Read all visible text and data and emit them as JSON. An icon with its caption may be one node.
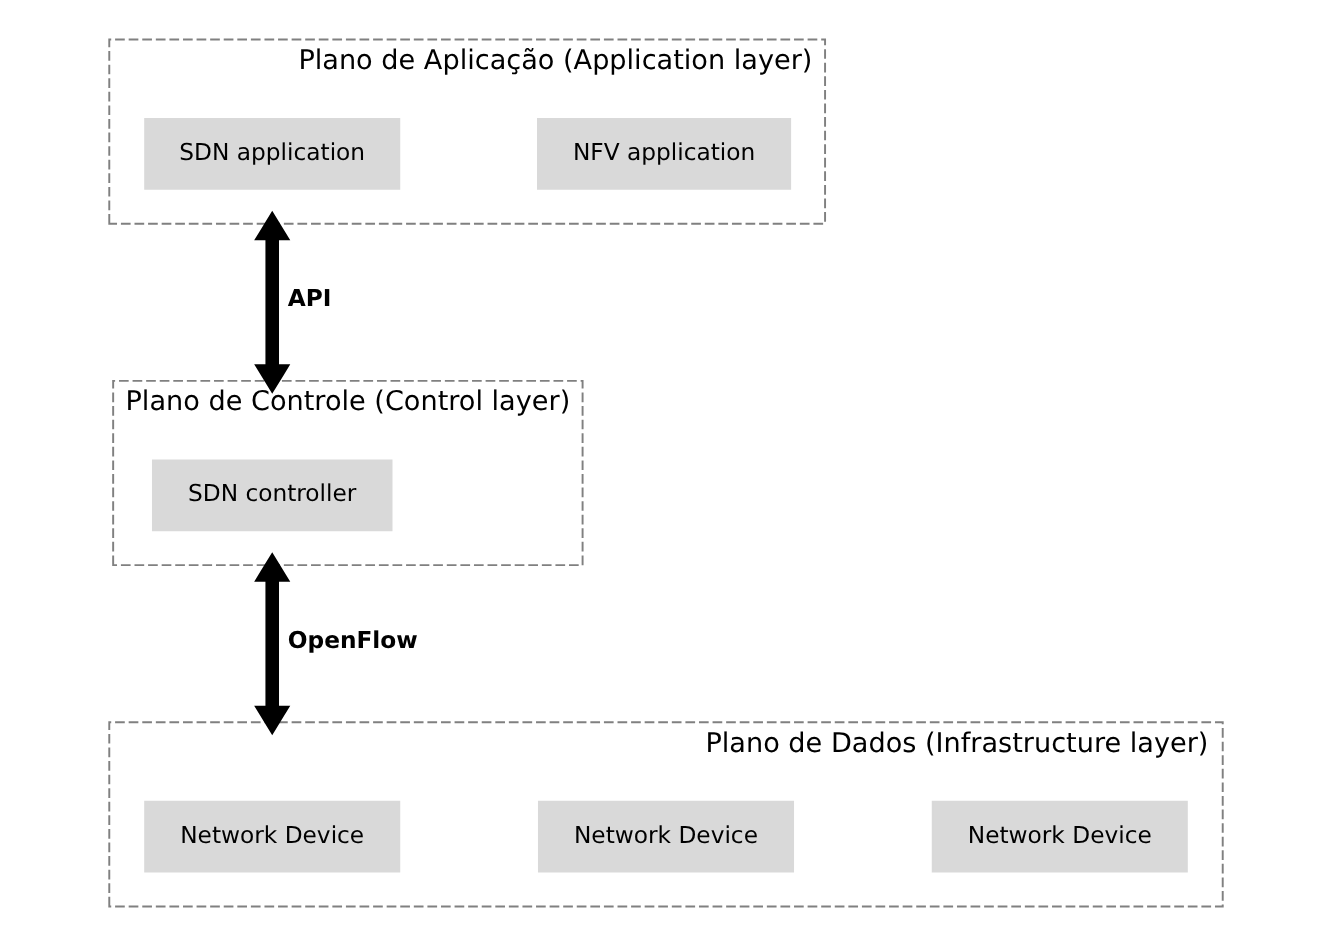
{
  "diagram": {
    "nodes": [
      {
        "text": [],
        "shape": "box",
        "beside": [
          "Plano de Aplicação (Application layer)"
        ]
      },
      {
        "text": [
          "SDN application"
        ],
        "in": 0
      },
      {
        "text": [
          "NFV application"
        ],
        "in": 0
      },
      {
        "text": [],
        "shape": "box",
        "beside": [
          "Plano de Controle (Control layer)"
        ]
      },
      {
        "text": [
          "SDN controller"
        ],
        "in": 3
      },
      {
        "text": [],
        "shape": "box",
        "beside": [
          "Plano de Dados (Infrastructure layer)"
        ]
      },
      {
        "text": [
          "Network Device"
        ],
        "in": 5
      },
      {
        "text": [
          "Network Device"
        ],
        "in": 5
      },
      {
        "text": [
          "Network Device"
        ],
        "in": 5
      }
    ],
    "edges": [
      {
        "from": 0,
        "to": 3,
        "arrow": "both",
        "label": "API"
      },
      {
        "from": 3,
        "to": 5,
        "arrow": "both",
        "label": "OpenFlow"
      }
    ]
  }
}
